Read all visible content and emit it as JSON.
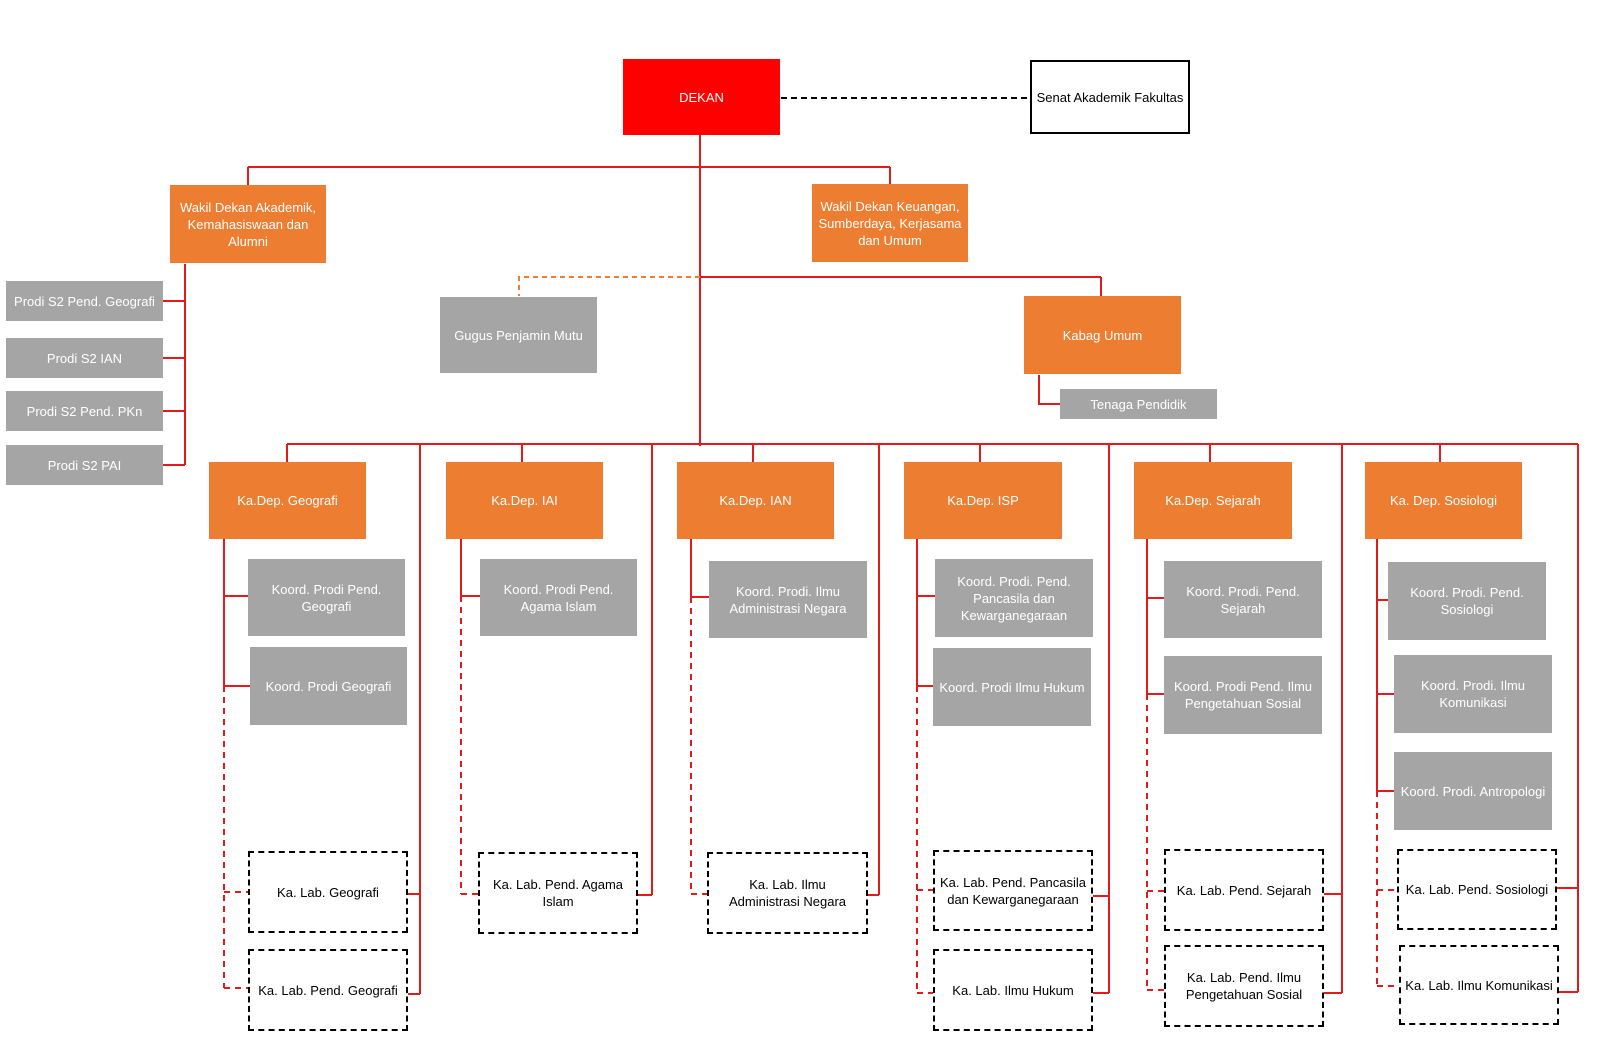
{
  "nodes": {
    "dekan": "DEKAN",
    "senat": "Senat Akademik Fakultas",
    "wd_akademik": "Wakil Dekan Akademik, Kemahasiswaan dan Alumni",
    "wd_keuangan": "Wakil Dekan Keuangan, Sumberdaya, Kerjasama dan Umum",
    "gugus": "Gugus Penjamin Mutu",
    "kabag": "Kabag Umum",
    "tenaga": "Tenaga Pendidik",
    "prodi_s2": [
      "Prodi S2 Pend. Geografi",
      "Prodi S2 IAN",
      "Prodi S2 Pend. PKn",
      "Prodi S2 PAI"
    ],
    "departments": [
      {
        "head": "Ka.Dep. Geografi",
        "koord": [
          "Koord. Prodi Pend. Geografi",
          "Koord. Prodi Geografi"
        ],
        "labs": [
          "Ka. Lab. Geografi",
          "Ka. Lab. Pend. Geografi"
        ]
      },
      {
        "head": "Ka.Dep. IAI",
        "koord": [
          "Koord. Prodi Pend. Agama Islam"
        ],
        "labs": [
          "Ka. Lab. Pend. Agama Islam"
        ]
      },
      {
        "head": "Ka.Dep. IAN",
        "koord": [
          "Koord. Prodi. Ilmu Administrasi Negara"
        ],
        "labs": [
          "Ka. Lab. Ilmu Administrasi Negara"
        ]
      },
      {
        "head": "Ka.Dep. ISP",
        "koord": [
          "Koord. Prodi. Pend. Pancasila dan Kewarganegaraan",
          "Koord. Prodi Ilmu Hukum"
        ],
        "labs": [
          "Ka. Lab. Pend. Pancasila dan Kewarganegaraan",
          "Ka. Lab. Ilmu Hukum"
        ]
      },
      {
        "head": "Ka.Dep. Sejarah",
        "koord": [
          "Koord. Prodi. Pend. Sejarah",
          "Koord. Prodi Pend. Ilmu Pengetahuan Sosial"
        ],
        "labs": [
          "Ka. Lab. Pend. Sejarah",
          "Ka. Lab. Pend. Ilmu Pengetahuan Sosial"
        ]
      },
      {
        "head": "Ka. Dep. Sosiologi",
        "koord": [
          "Koord. Prodi. Pend. Sosiologi",
          "Koord. Prodi. Ilmu Komunikasi",
          "Koord. Prodi. Antropologi"
        ],
        "labs": [
          "Ka. Lab. Pend. Sosiologi",
          "Ka. Lab. Ilmu Komunikasi"
        ]
      }
    ]
  },
  "colors": {
    "red": "#ff0000",
    "orange": "#ed7d31",
    "gray": "#a5a5a5",
    "line": "#e31a1c"
  }
}
